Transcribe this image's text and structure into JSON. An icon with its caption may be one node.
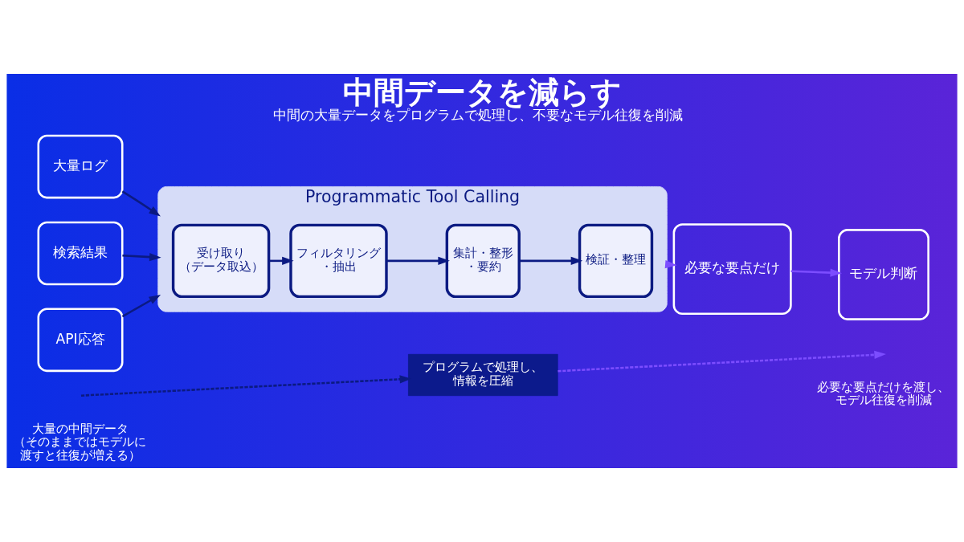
{
  "diagram": {
    "title": "中間データを減らす",
    "caption": "中間の大量データをプログラムで処理し、不要なモデル往復を削減",
    "nodes": [
      {
        "text": [
          "大量ログ"
        ]
      },
      {
        "text": [
          "検索結果"
        ]
      },
      {
        "text": [
          "API応答"
        ]
      },
      {
        "text": [
          "Programmatic Tool Calling"
        ]
      },
      {
        "text": [
          "受け取り（データ取込）"
        ],
        "in": 3
      },
      {
        "text": [
          "フィルタリング・抽出"
        ],
        "in": 3
      },
      {
        "text": [
          "集計・整形・要約"
        ],
        "in": 3
      },
      {
        "text": [
          "検証・整理"
        ],
        "in": 3
      },
      {
        "text": [
          "必要な要点だけ"
        ]
      },
      {
        "text": [
          "モデル判断"
        ]
      },
      {
        "text": [
          "プログラムで処理し、情報を圧縮"
        ]
      }
    ],
    "edges": [
      {
        "from": 0,
        "to": 3,
        "arrow": "to"
      },
      {
        "from": 1,
        "to": 3,
        "arrow": "to"
      },
      {
        "from": 2,
        "to": 3,
        "arrow": "to"
      },
      {
        "from": 4,
        "to": 5,
        "arrow": "to"
      },
      {
        "from": 5,
        "to": 6,
        "arrow": "to"
      },
      {
        "from": 6,
        "to": 7,
        "arrow": "to"
      },
      {
        "from": 3,
        "to": 8,
        "arrow": "to",
        "color": "#7c4dff"
      },
      {
        "from": 8,
        "to": 9,
        "arrow": "to",
        "color": "#7c4dff"
      },
      {
        "from": null,
        "to": 10,
        "arrow": "to",
        "style": "dashed"
      },
      {
        "from": 10,
        "to": null,
        "arrow": "to",
        "style": "dashed",
        "color": "#7c4dff"
      }
    ],
    "labels": [
      "大量の中間データ（そのままではモデルに渡すと往復が増える）",
      "必要な要点だけを渡し、モデル往復を削減"
    ]
  }
}
